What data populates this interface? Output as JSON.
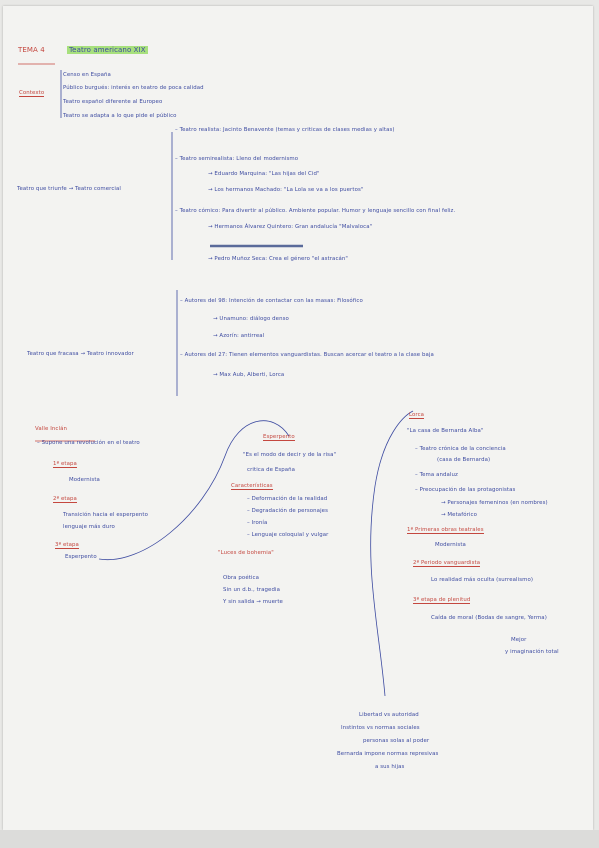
{
  "header": {
    "tema": "TEMA 4",
    "title": "Teatro americano XIX"
  },
  "contexto": {
    "label": "Contexto",
    "lines": [
      "Censo en España",
      "Público burgués: interés en teatro de poca calidad",
      "Teatro español diferente al Europeo",
      "Teatro se adapta a lo que pide el público"
    ]
  },
  "triunfe": {
    "label": "Teatro que triunfe → Teatro comercial",
    "realista": "– Teatro realista: Jacinto Benavente (temas y criticas de clases medias y altas)",
    "semirealista": "– Teatro semirealista: Lleno del modernismo",
    "marquina": "→ Eduardo Marquina: \"Las hijas del Cid\"",
    "machado": "→ Los hermanos Machado: \"La Lola se va a los puertos\"",
    "comico": "– Teatro cómico: Para divertir al público. Ambiente popular. Humor y lenguaje sencillo con final feliz.",
    "quintero": "→ Hermanos Álvarez Quintero: Gran andalucía \"Malvaloca\"",
    "munoz": "→ Pedro Muñoz Seca: Crea el género \"el astracán\""
  },
  "fracasa": {
    "label": "Teatro que fracasa → Teatro innovador",
    "autores98": "– Autores del 98: Intención de contactar con las masas: Filosófico",
    "unamuno": "→ Unamuno: diálogo denso",
    "azorin": "→ Azorín: antirreal",
    "autores27": "– Autores del 27: Tienen elementos vanguardistas. Buscan acercar el teatro a la clase baja",
    "alberti": "→ Max Aub, Alberti, Lorca"
  },
  "valle": {
    "title": "Valle Inclán",
    "intro": "– Supone una revolución en el teatro",
    "etapa1": "1ª etapa",
    "etapa1_txt": "Modernista",
    "etapa2": "2ª etapa",
    "etapa2_lines": [
      "Transición hacia el esperpento",
      "lenguaje más duro"
    ],
    "etapa3": "3ª etapa",
    "etapa3_txt": "Esperpento"
  },
  "esperpento": {
    "title": "Esperpento",
    "lines": [
      "\"Es el modo de decir y de la risa\"",
      "critica de España"
    ],
    "car_title": "Características",
    "car_items": [
      "– Deformación de la realidad",
      "– Degradación de personajes",
      "– Ironía",
      "– Lenguaje coloquial y vulgar"
    ],
    "luces_title": "\"Luces de bohemia\"",
    "luces_lines": [
      "Obra poética",
      "Sin un d.b., tragedia",
      "Y sin salida → muerte"
    ]
  },
  "lorca": {
    "title": "Lorca",
    "quote": "\"La casa de Bernarda Alba\"",
    "items": [
      "– Teatro crónica de la conciencia",
      "(casa de Bernarda)",
      "– Tema andaluz",
      "– Preocupación de las protagonistas"
    ],
    "sub": [
      "→ Personajes femeninos (en nombres)",
      "→ Metafórico"
    ],
    "e1": "1ª Primeras obras teatrales",
    "e1_txt": "Modernista",
    "e2": "2ª Periodo vanguardista",
    "e2_txt": "Lo realidad más oculta (surrealismo)",
    "e3": "3ª etapa de plenitud",
    "e3_txt": "Caída de moral (Bodas de sangre, Yerma)",
    "e3_sub": [
      "Mejor",
      "y imaginación total"
    ]
  },
  "bottom": {
    "lines": [
      "Libertad vs autoridad",
      "Instintos vs normas sociales",
      "personas solas al poder",
      "Bernarda impone normas represivas",
      "a sus hijas"
    ]
  },
  "colors": {
    "blue": "#3c4aa0",
    "red": "#c4473f",
    "highlight": "#a7e07d"
  }
}
